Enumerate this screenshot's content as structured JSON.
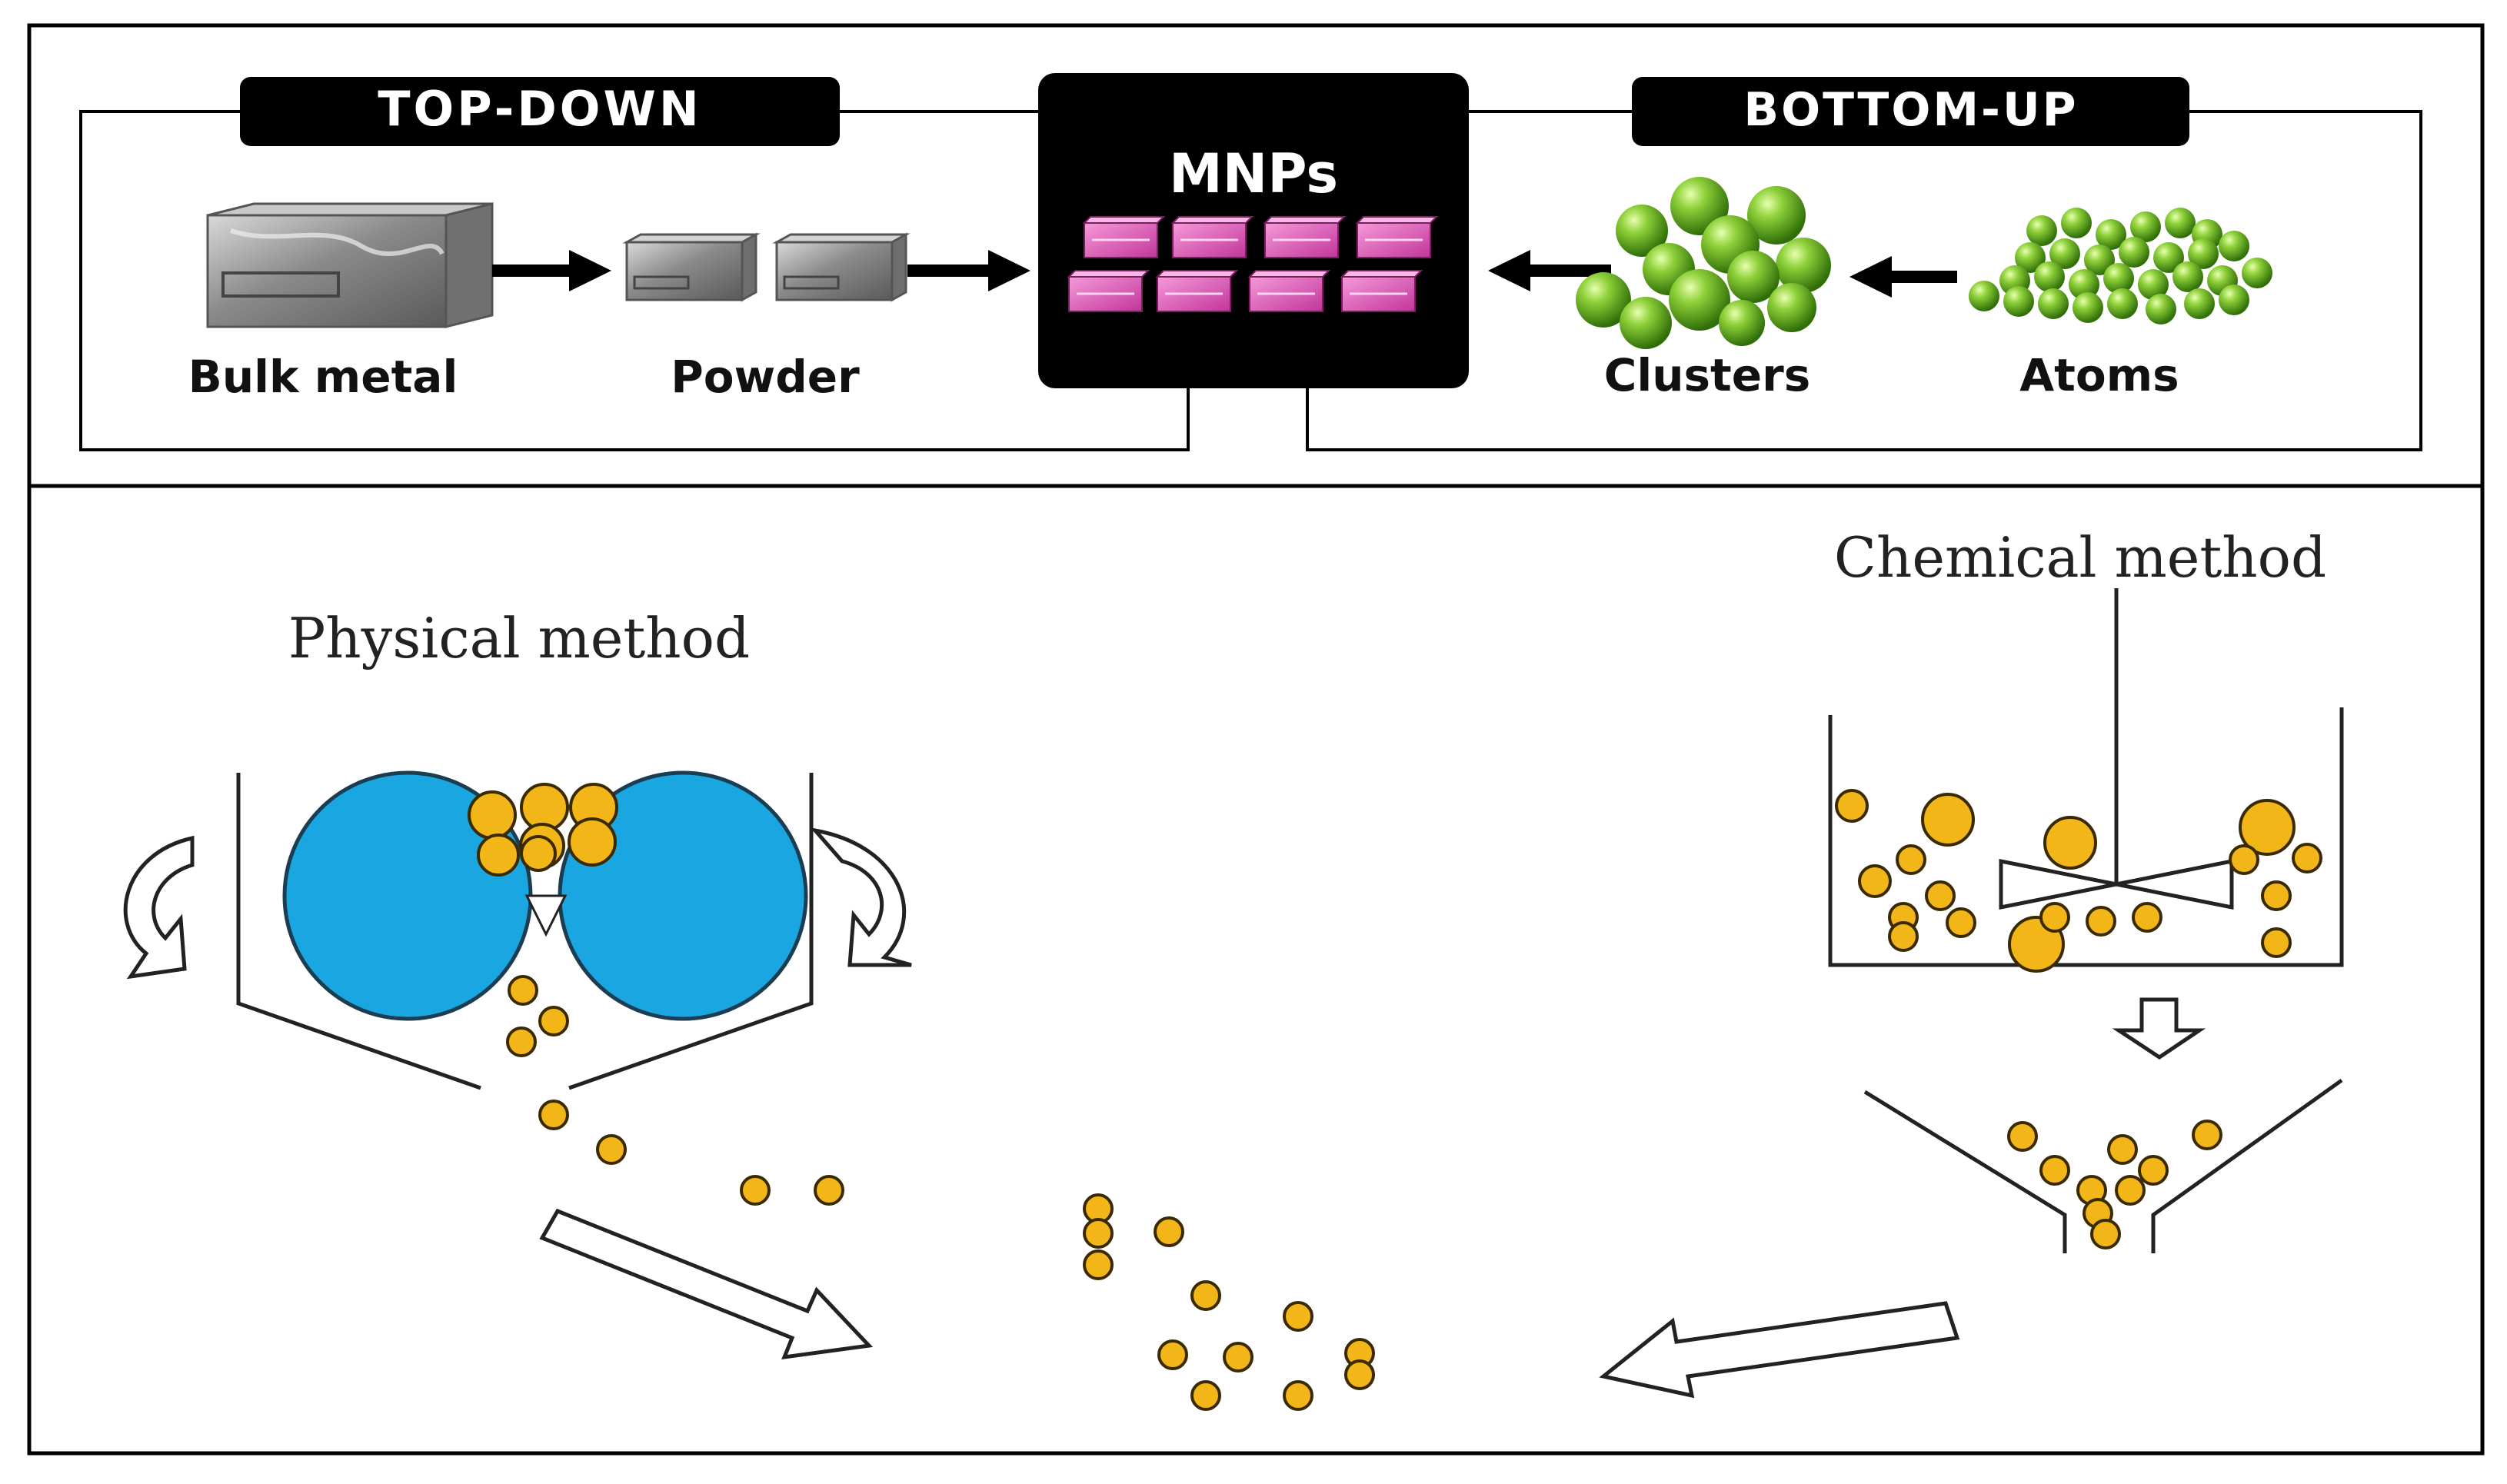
{
  "top_panel": {
    "top_down_label": "TOP-DOWN",
    "bottom_up_label": "BOTTOM-UP",
    "center_label": "MNPs",
    "bulk_metal_label": "Bulk metal",
    "powder_label": "Powder",
    "clusters_label": "Clusters",
    "atoms_label": "Atoms"
  },
  "bottom_panel": {
    "physical_method_label": "Physical method",
    "chemical_method_label": "Chemical method"
  },
  "colors": {
    "frame": "#000000",
    "label_box": "#000000",
    "label_text": "#ffffff",
    "nanoparticle_box": "#e46fc4",
    "roller": "#1aa6e0",
    "particle_fill": "#f2b619",
    "particle_stroke": "#3a2a00",
    "green_sphere": "#5aa31c",
    "metal_gray": "#8e8e8e"
  },
  "icons": [
    "rotation-arrow-icon",
    "hollow-arrow-icon",
    "stirrer-icon"
  ]
}
